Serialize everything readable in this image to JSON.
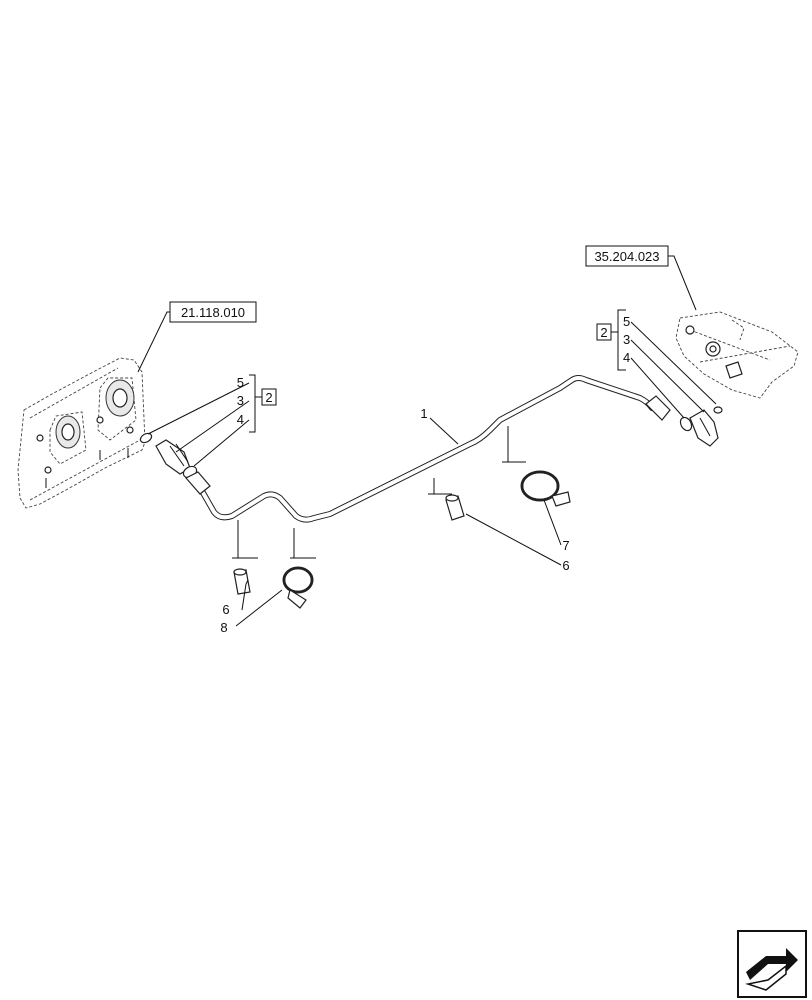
{
  "references": {
    "left_ref": "21.118.010",
    "right_ref": "35.204.023"
  },
  "groups": {
    "left_group": {
      "box": "2",
      "items": [
        "5",
        "3",
        "4"
      ]
    },
    "right_group": {
      "box": "2",
      "items": [
        "5",
        "3",
        "4"
      ]
    }
  },
  "callouts": {
    "pipe": "1",
    "sleeve_left": "6",
    "clamp_left": "8",
    "sleeve_right": "6",
    "clamp_right": "7"
  },
  "icons": {
    "nav": "next-page-arrow-icon"
  }
}
